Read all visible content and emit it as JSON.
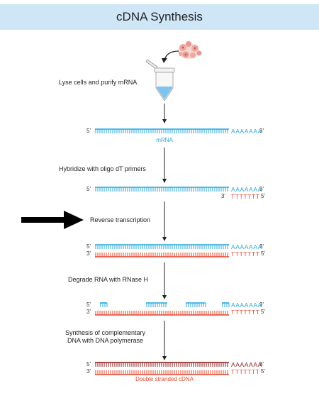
{
  "title": "cDNA Synthesis",
  "steps": {
    "lyse": "Lyse cells and purify mRNA",
    "hybridize": "Hybridize with oligo dT primers",
    "reverse": "Reverse transcription",
    "degrade": "Degrade RNA with RNase H",
    "synthesis_line1": "Synthesis of complementary",
    "synthesis_line2": "DNA with DNA polymerase"
  },
  "labels": {
    "mrna": "mRNA",
    "double_stranded": "Double stranded cDNA"
  },
  "ends": {
    "five": "5'",
    "three": "3'"
  },
  "poly": {
    "a_tail": "AAAAAAA",
    "t_tail": "TTTTTTT"
  },
  "colors": {
    "title_bg": "#cfe6f7",
    "rna_blue": "#2aa7e0",
    "cdna_red": "#e2472f",
    "dark_red": "#8b1a1a",
    "arrow": "#000000"
  }
}
